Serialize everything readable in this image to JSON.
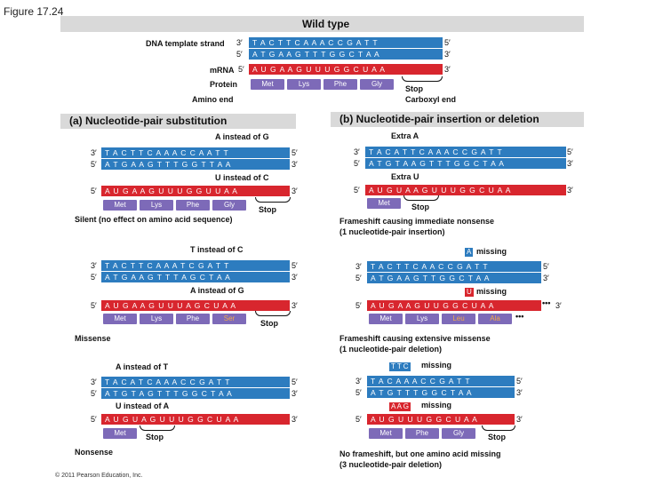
{
  "figure_label": "Figure 17.24",
  "wild_type": {
    "title": "Wild type",
    "template_label": "DNA template strand",
    "template_seq": "T A C T T C A A A C C G A T T",
    "coding_seq": "A T G A A G T T T G G C T A A",
    "mrna_label": "mRNA",
    "mrna_seq": "A U G A A G U U U G G C U A A",
    "protein_label": "Protein",
    "amino_end": "Amino end",
    "carboxyl_end": "Carboxyl end",
    "stop": "Stop",
    "proteins": [
      "Met",
      "Lys",
      "Phe",
      "Gly"
    ]
  },
  "ends": {
    "three": "3′",
    "five": "5′"
  },
  "section_a": {
    "title": "(a) Nucleotide-pair substitution",
    "silent": {
      "note_top": "A instead of G",
      "template_seq": "T A C T T C A A A C C A A T T",
      "coding_seq": "A T G A A G T T T G G T T A A",
      "note_mid": "U instead of C",
      "mrna_seq": "A U G A A G U U U G G U U A A",
      "proteins": [
        "Met",
        "Lys",
        "Phe",
        "Gly"
      ],
      "stop": "Stop",
      "caption": "Silent (no effect on amino acid sequence)"
    },
    "missense": {
      "note_top": "T instead of C",
      "template_seq": "T A C T T C A A A T C G A T T",
      "coding_seq": "A T G A A G T T T A G C T A A",
      "note_mid": "A instead of G",
      "mrna_seq": "A U G A A G U U U A G C U A A",
      "proteins": [
        "Met",
        "Lys",
        "Phe",
        "Ser"
      ],
      "stop": "Stop",
      "caption": "Missense"
    },
    "nonsense": {
      "note_top": "A instead of T",
      "template_seq": "T A C A T C A A A C C G A T T",
      "coding_seq": "A T G T A G T T T G G C T A A",
      "note_mid": "U instead of A",
      "mrna_seq": "A U G U A G U U U G G C U A A",
      "proteins": [
        "Met"
      ],
      "stop": "Stop",
      "caption": "Nonsense"
    }
  },
  "section_b": {
    "title": "(b) Nucleotide-pair insertion or deletion",
    "immediate": {
      "note_top": "Extra A",
      "template_seq": "T A C A T T C A A A C C G A T T",
      "coding_seq": "A T G T A A G T T T G G C T A A",
      "note_mid": "Extra U",
      "mrna_seq": "A U G U A A G U U U G G C U A A",
      "proteins": [
        "Met"
      ],
      "stop": "Stop",
      "caption_line1": "Frameshift causing immediate nonsense",
      "caption_line2": "(1 nucleotide-pair insertion)"
    },
    "extensive": {
      "missing_top_box": "A",
      "missing_top": "missing",
      "template_seq": "T A C T T C A A C C G A T T",
      "coding_seq": "A T G A A G T T G G C T A A",
      "missing_mid_box": "U",
      "missing_mid": "missing",
      "mrna_seq": "A U G A A G U U G G C U A A",
      "ellipsis": "•••",
      "proteins": [
        "Met",
        "Lys",
        "Leu",
        "Ala"
      ],
      "caption_line1": "Frameshift causing extensive missense",
      "caption_line2": "(1 nucleotide-pair deletion)"
    },
    "no_frameshift": {
      "missing_top_box": "T T C",
      "missing_top": "missing",
      "template_seq": "T A C A A A C C G A T T",
      "coding_seq": "A T G T T T G G C T A A",
      "missing_mid_box": "A A G",
      "missing_mid": "missing",
      "mrna_seq": "A U G U U U G G C U A A",
      "proteins": [
        "Met",
        "Phe",
        "Gly"
      ],
      "stop": "Stop",
      "caption_line1": "No frameshift, but one amino acid missing",
      "caption_line2": "(3 nucleotide-pair deletion)"
    }
  },
  "copyright": "© 2011 Pearson Education, Inc.",
  "colors": {
    "dna": "#2d7cbf",
    "mrna": "#d8262e",
    "protein": "#7d6ab8",
    "highlight": "#f1a84b",
    "header": "#d9d9d9"
  }
}
